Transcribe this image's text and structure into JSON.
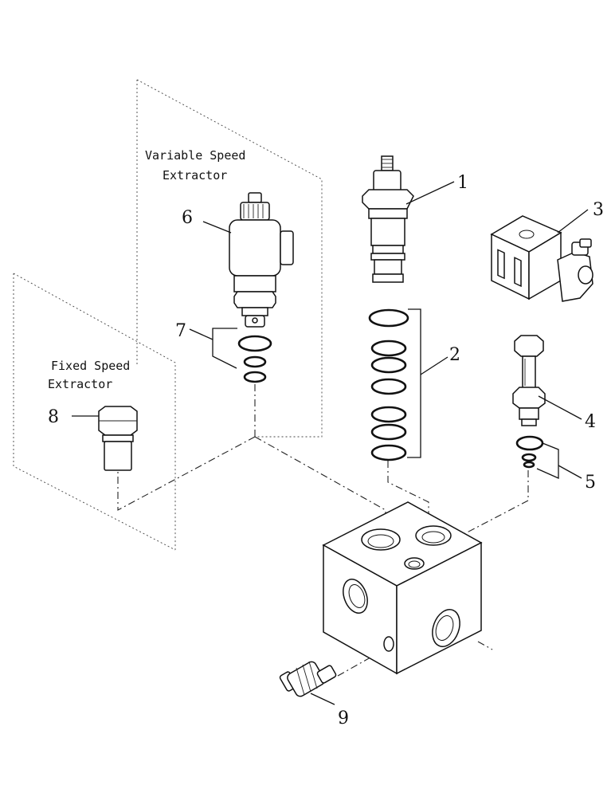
{
  "labels": {
    "variable_speed_line1": "Variable Speed",
    "variable_speed_line2": "Extractor",
    "fixed_speed_line1": "Fixed Speed",
    "fixed_speed_line2": "Extractor"
  },
  "callouts": [
    "1",
    "2",
    "3",
    "4",
    "5",
    "6",
    "7",
    "8",
    "9"
  ]
}
